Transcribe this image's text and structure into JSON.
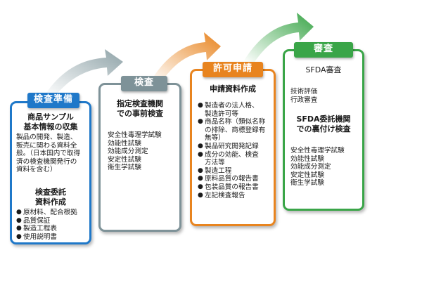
{
  "step1": {
    "tab": "検査準備",
    "heading1": [
      "商品サンプル",
      "基本情報の収集"
    ],
    "desc": [
      "製品の開発、製造、",
      "販売に関わる資料全",
      "般。（日本国内で取得",
      "済の検査機関発行の",
      "資料を含む）"
    ],
    "heading2": [
      "検査委託",
      "資料作成"
    ],
    "items": [
      "原材料、配合根拠",
      "品質保証",
      "製造工程表",
      "使用説明書"
    ]
  },
  "step2": {
    "tab": "検査",
    "heading": [
      "指定検査機関",
      "での事前検査"
    ],
    "items": [
      "安全性毒理学試験",
      "効能性試験",
      "効能成分測定",
      "安定性試験",
      "衛生学試験"
    ]
  },
  "step3": {
    "tab": "許可申請",
    "heading": "申請資料作成",
    "items": [
      [
        "製造者の法人格、",
        "製造許可等"
      ],
      [
        "商品名称（類似名称",
        "の排除、商標登録有",
        "無等）"
      ],
      [
        "製品研究開発記録"
      ],
      [
        "成分の効能、検査",
        "方法等"
      ],
      [
        "製造工程"
      ],
      [
        "原料品質の報告書"
      ],
      [
        "包装品質の報告書"
      ],
      [
        "左記検査報告"
      ]
    ]
  },
  "step4": {
    "tab": "審査",
    "heading1": "SFDA審査",
    "lines1": [
      "技術評価",
      "行政審査"
    ],
    "heading2": [
      "SFDA委託機関",
      "での裏付け検査"
    ],
    "lines2": [
      "安全性毒理学試験",
      "効能性試験",
      "効能成分測定",
      "安定性試験",
      "衛生学試験"
    ]
  },
  "colors": {
    "blue": "#1f78c9",
    "gray": "#7e9298",
    "orange": "#e8841f",
    "green": "#3aa548"
  }
}
